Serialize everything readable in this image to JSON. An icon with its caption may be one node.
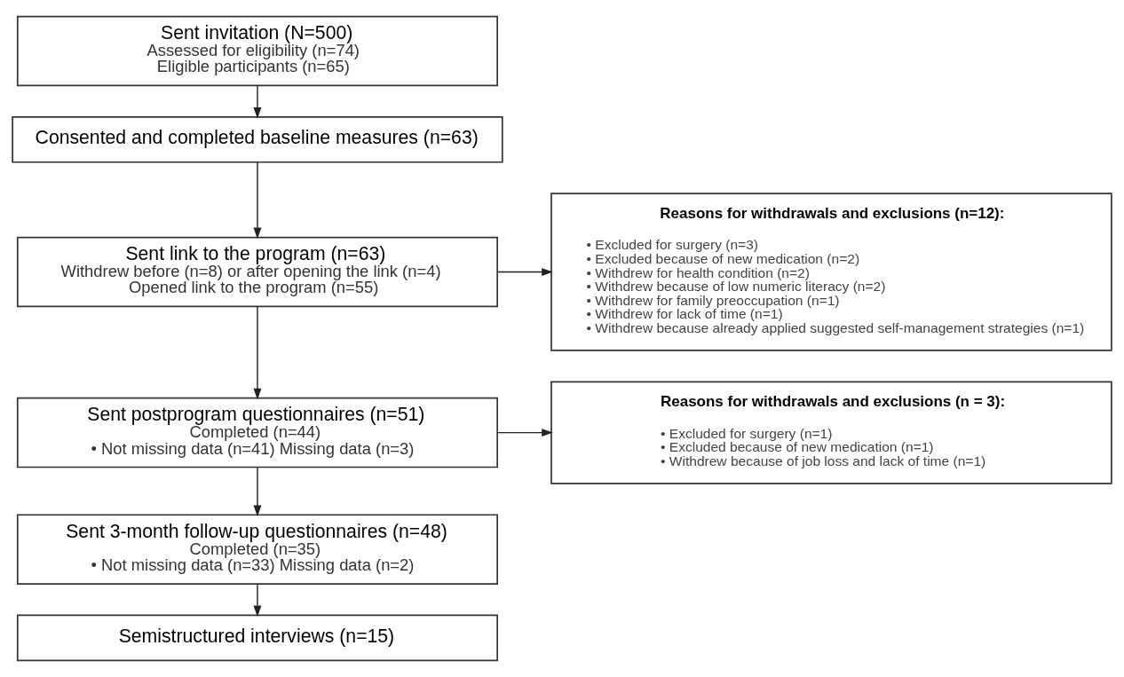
{
  "diagram": {
    "nodes": [
      {
        "text": [
          "Sent invitation (N=500)",
          "Assessed for eligibility (n=74)",
          "Eligible participants (n=65)"
        ]
      },
      {
        "text": [
          "Consented and completed baseline measures (n=63)"
        ]
      },
      {
        "text": [
          "Sent link to the program (n=63)",
          "Withdrew before (n=8) or after opening the link (n=4)",
          "Opened link to the program (n=55)"
        ]
      },
      {
        "text": [
          "Sent postprogram questionnaires (n=51)",
          "Completed (n=44)",
          "• Not missing data (n=41) Missing data (n=3)"
        ]
      },
      {
        "text": [
          "Sent 3-month follow-up questionnaires (n=48)",
          "Completed (n=35)",
          "• Not missing data (n=33) Missing data (n=2)"
        ]
      },
      {
        "text": [
          "Semistructured interviews (n=15)"
        ]
      },
      {
        "text": [
          "Reasons for withdrawals and exclusions (n=12):",
          "• Excluded for surgery (n=3)",
          "• Excluded because of new medication (n=2)",
          "• Withdrew for health condition (n=2)",
          "• Withdrew because of low numeric literacy (n=2)",
          "• Withdrew for family preoccupation (n=1)",
          "• Withdrew for lack of time (n=1)",
          "• Withdrew because already applied suggested self-management strategies (n=1)"
        ]
      },
      {
        "text": [
          "Reasons for withdrawals and exclusions (n = 3):",
          "• Excluded for surgery (n=1)",
          "• Excluded because of new medication (n=1)",
          "• Withdrew because of job loss and lack of time (n=1)"
        ]
      }
    ],
    "edges": [
      {
        "from": 0,
        "to": 1,
        "arrow": "to"
      },
      {
        "from": 1,
        "to": 2,
        "arrow": "to"
      },
      {
        "from": 2,
        "to": 3,
        "arrow": "to"
      },
      {
        "from": 3,
        "to": 4,
        "arrow": "to"
      },
      {
        "from": 4,
        "to": 5,
        "arrow": "to"
      },
      {
        "from": 2,
        "to": 6,
        "arrow": "to"
      },
      {
        "from": 3,
        "to": 7,
        "arrow": "to"
      }
    ]
  }
}
